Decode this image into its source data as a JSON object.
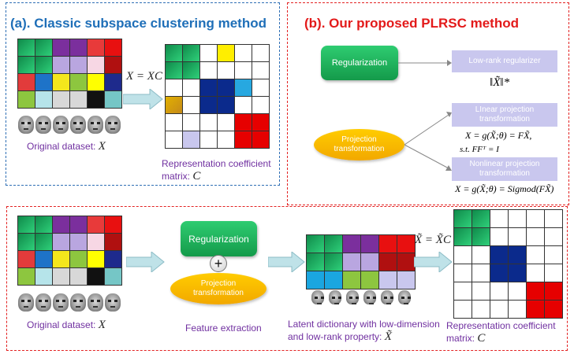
{
  "panel_a": {
    "title": "(a). Classic subspace clustering method",
    "equation": "X = XC",
    "dataset_label": "Original dataset:",
    "dataset_var": "X",
    "coef_label_line1": "Representation coefficient",
    "coef_label_line2": "matrix:",
    "coef_var": "C"
  },
  "panel_b": {
    "title": "(b). Our proposed PLRSC method",
    "regularization": "Regularization",
    "low_rank": "Low-rank regularizer",
    "low_rank_formula": "‖X̃‖*",
    "projection": "Projection transformation",
    "linear": "LInear projection transformation",
    "linear_formula_1": "X = g(X̃;θ) = FX̃,",
    "linear_formula_2": "s.t. FFᵀ = I",
    "nonlinear": "Nonlinear projection transformation",
    "nonlinear_formula": "X = g(X̃;θ) = Sigmod(FX̃)"
  },
  "panel_c": {
    "dataset_label": "Original dataset:",
    "dataset_var": "X",
    "regularization": "Regularization",
    "plus": "+",
    "projection": "Projection transformation",
    "feature_extraction": "Feature extraction",
    "equation": "X̃ = X̃C",
    "latent_line1": "Latent dictionary with low-dimension",
    "latent_line2": "and low-rank property:",
    "latent_var": "X̃",
    "coef_label_line1": "Representation coefficient",
    "coef_label_line2": "matrix:",
    "coef_var": "C"
  },
  "colors": {
    "blue_title": "#1f6fb8",
    "red_title": "#e31a1a",
    "purple_label": "#7030a0",
    "green": "#1fae55",
    "yellow": "#f5b800",
    "lavender": "#c9c7ee",
    "navy": "#0b2a8c",
    "red": "#e60000"
  }
}
